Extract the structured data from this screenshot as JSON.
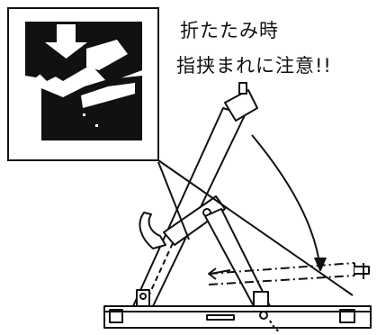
{
  "caution": {
    "line1": "折たたみ時",
    "line2": "指挟まれに注意!!"
  },
  "colors": {
    "ink": "#111111",
    "paper": "#ffffff"
  },
  "icons": [
    "pinch-hazard-pictogram",
    "down-arrow-icon",
    "hand-icon"
  ]
}
